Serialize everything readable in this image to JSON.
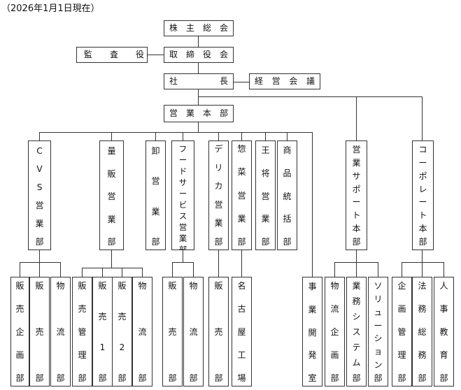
{
  "date_note": "（2026年1月1日現在）",
  "nodes": {
    "shareholders": "株主総会",
    "auditor": "監査役",
    "board": "取締役会",
    "president": "社長",
    "exec_council": "経営会議",
    "sales_hq": "営業本部",
    "cvs_dept": "CVS営業部",
    "mass_dept": "量販営業部",
    "wholesale_dept": "卸営業部",
    "foodservice_dept": "フードサービス営業部",
    "deli_dept": "デリカ営業部",
    "sozai_dept": "惣菜営業部",
    "wangjiang_dept": "王将営業部",
    "product_dept": "商品統括部",
    "biz_dev_office": "事業開発室",
    "sales_support_hq": "営業サポート本部",
    "corporate_hq": "コーポレート本部",
    "cvs_planning": "販売企画部",
    "cvs_sales": "販売部",
    "cvs_logistics": "物流部",
    "mass_mgmt": "販売管理部",
    "mass_sales1": "販売1部",
    "mass_sales2": "販売2部",
    "mass_logistics": "物流部",
    "fs_sales": "販売部",
    "fs_logistics": "物流部",
    "deli_sales": "販売部",
    "nagoya_factory": "名古屋工場",
    "logistics_planning": "物流企画部",
    "business_systems": "業務システム部",
    "solutions": "ソリューション部",
    "corp_planning": "企画管理部",
    "legal_general": "法務総務部",
    "hr_education": "人事教育部"
  }
}
